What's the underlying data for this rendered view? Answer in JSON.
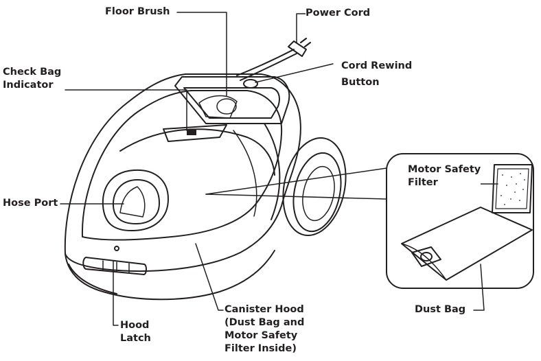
{
  "labels": {
    "floor_brush": "Floor Brush",
    "power_cord": "Power Cord",
    "check_bag_1": "Check Bag",
    "check_bag_2": "Indicator",
    "cord_rewind_1": "Cord Rewind",
    "cord_rewind_2": "Button",
    "motor_filter_1": "Motor Safety",
    "motor_filter_2": "Filter",
    "hose_port": "Hose Port",
    "dust_bag": "Dust Bag",
    "hood_latch_1": "Hood",
    "hood_latch_2": "Latch",
    "canister_hood_1": "Canister Hood",
    "canister_hood_2": "(Dust Bag and",
    "canister_hood_3": "Motor Safety",
    "canister_hood_4": "Filter Inside)"
  },
  "colors": {
    "ink": "#231f20",
    "background": "#ffffff"
  }
}
